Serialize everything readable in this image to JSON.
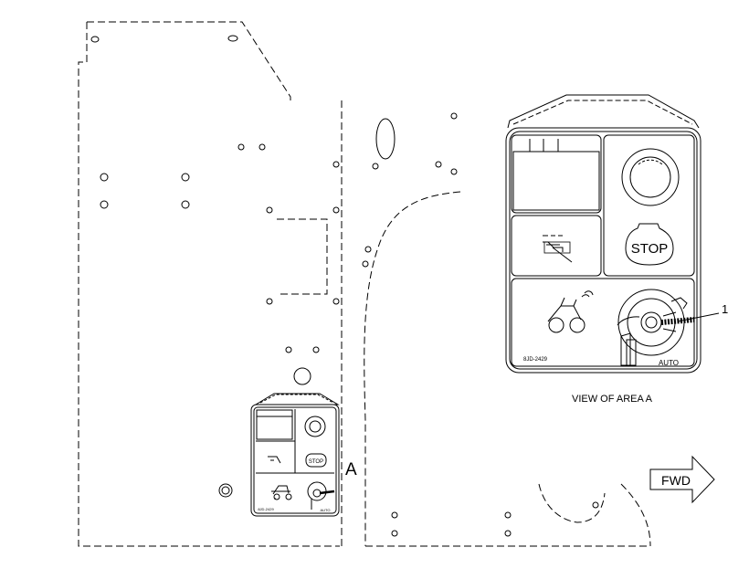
{
  "labels": {
    "view_title": "VIEW OF AREA A",
    "area_letter": "A",
    "callout_number": "1",
    "fwd_arrow": "FWD"
  },
  "panel_large": {
    "stop_label": "STOP",
    "key_label": "AUTO",
    "part_code": "8JD-2429"
  },
  "panel_small": {
    "stop_label": "STOP",
    "key_label": "AUTO",
    "part_code": "8JD-2429"
  },
  "colors": {
    "line": "#000000",
    "background": "#ffffff"
  }
}
